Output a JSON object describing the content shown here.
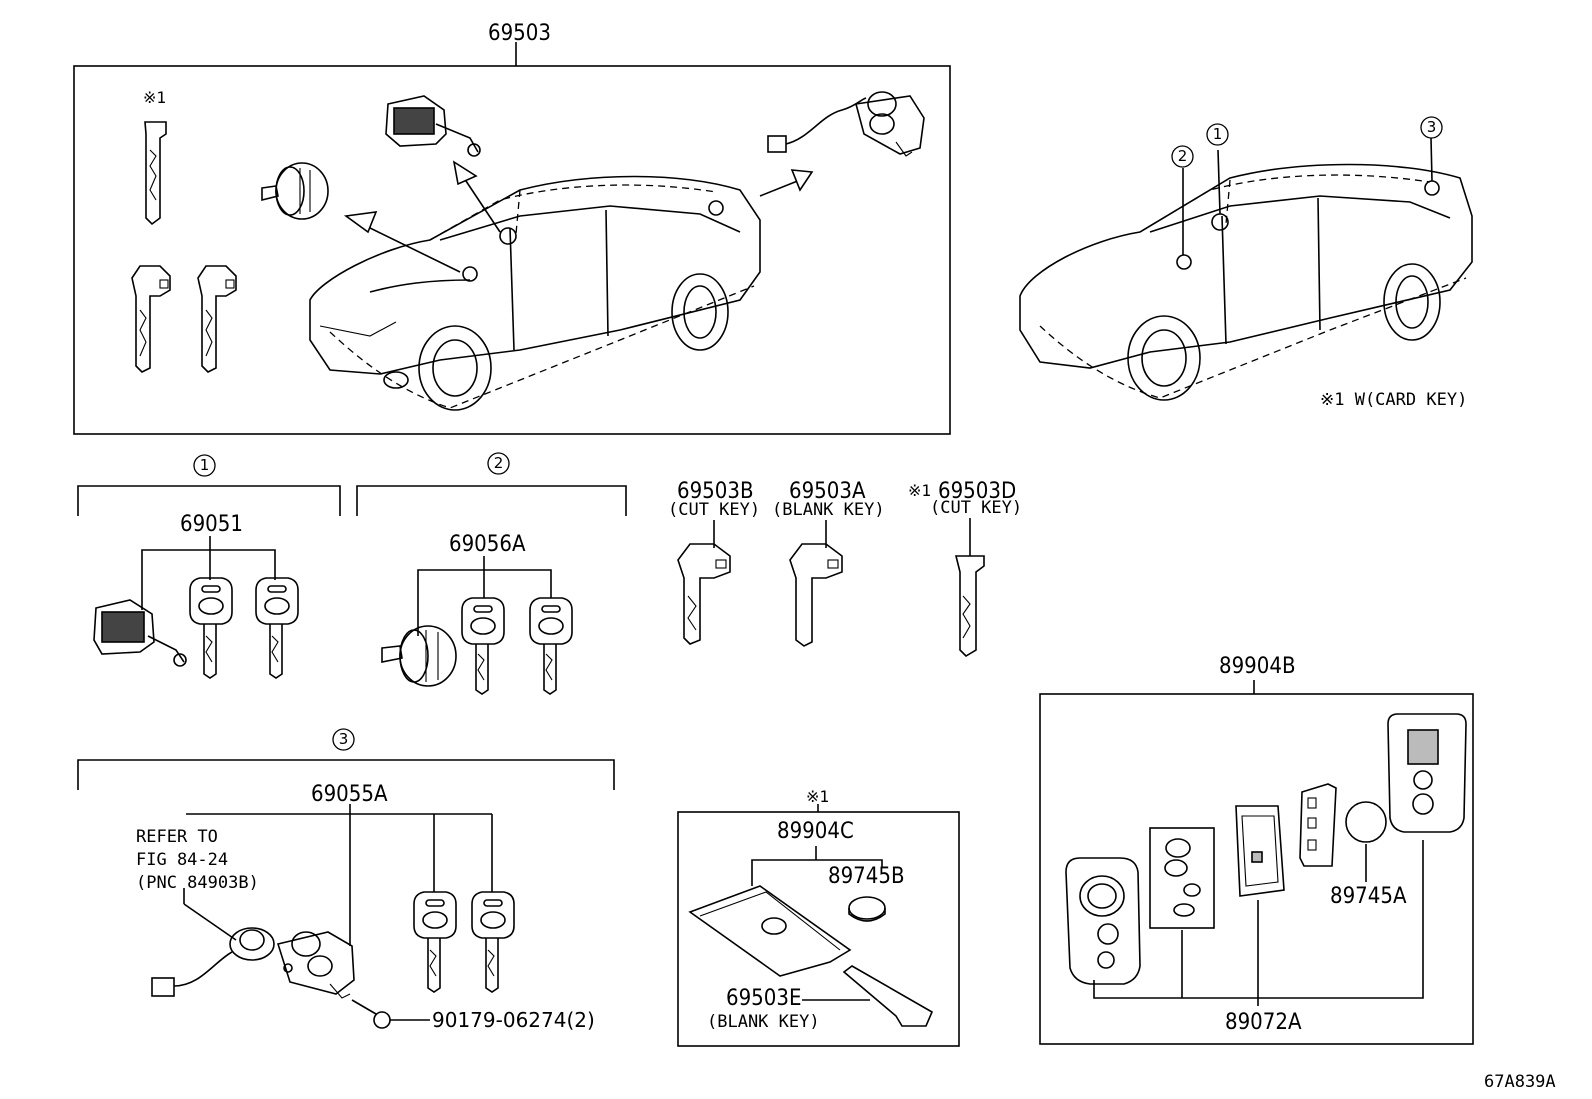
{
  "top_group": {
    "pnc": "69503"
  },
  "note_marker": "※1",
  "legend_note": "※1 W(CARD KEY)",
  "circle_labels": [
    "1",
    "2",
    "3"
  ],
  "group1": {
    "marker": "1",
    "pnc": "69051"
  },
  "group2": {
    "marker": "2",
    "pnc": "69056A"
  },
  "group3": {
    "marker": "3",
    "pnc": "69055A",
    "refer_lines": [
      "REFER TO",
      "FIG 84-24",
      "(PNC 84903B)"
    ],
    "bolt_pnc": "90179-06274(2)"
  },
  "keys": [
    {
      "pnc": "69503B",
      "note": "(CUT KEY)"
    },
    {
      "pnc": "69503A",
      "note": "(BLANK KEY)"
    },
    {
      "prefix": "※1",
      "pnc": "69503D",
      "note": "(CUT KEY)"
    }
  ],
  "card_group": {
    "marker": "※1",
    "pnc": "89904C",
    "battery_pnc": "89745B",
    "blade_pnc": "69503E",
    "blade_note": "(BLANK KEY)"
  },
  "fob_group": {
    "pnc": "89904B",
    "battery_pnc": "89745A",
    "case_pnc": "89072A"
  },
  "figure_id": "67A839A"
}
